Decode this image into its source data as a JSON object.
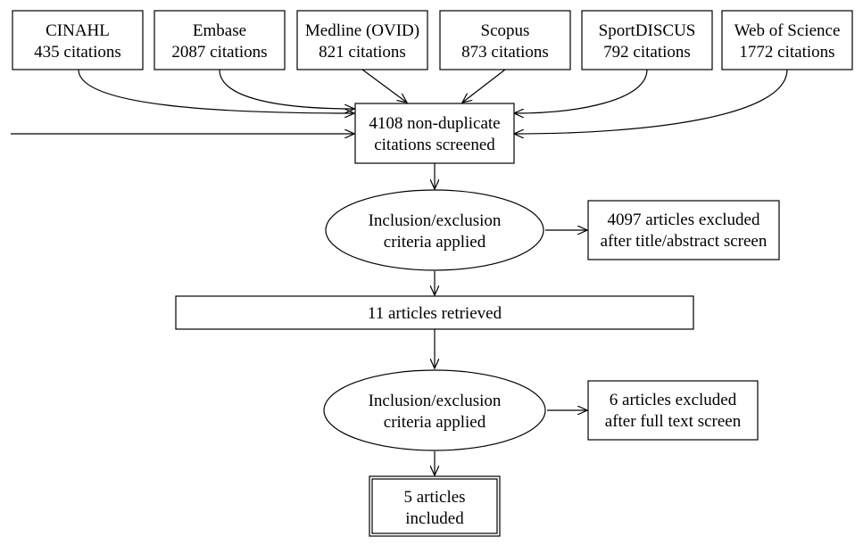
{
  "databases": [
    {
      "name": "CINAHL",
      "count": "435 citations"
    },
    {
      "name": "Embase",
      "count": "2087 citations"
    },
    {
      "name": "Medline (OVID)",
      "count": "821 citations"
    },
    {
      "name": "Scopus",
      "count": "873 citations"
    },
    {
      "name": "SportDISCUS",
      "count": "792 citations"
    },
    {
      "name": "Web of Science",
      "count": "1772 citations"
    }
  ],
  "screened": {
    "line1": "4108 non-duplicate",
    "line2": "citations screened"
  },
  "criteria1": {
    "line1": "Inclusion/exclusion",
    "line2": "criteria applied"
  },
  "excluded1": {
    "line1": "4097 articles excluded",
    "line2": "after title/abstract screen"
  },
  "retrieved": {
    "text": "11 articles retrieved"
  },
  "criteria2": {
    "line1": "Inclusion/exclusion",
    "line2": "criteria applied"
  },
  "excluded2": {
    "line1": "6 articles excluded",
    "line2": "after full text screen"
  },
  "included": {
    "line1": "5 articles",
    "line2": "included"
  }
}
